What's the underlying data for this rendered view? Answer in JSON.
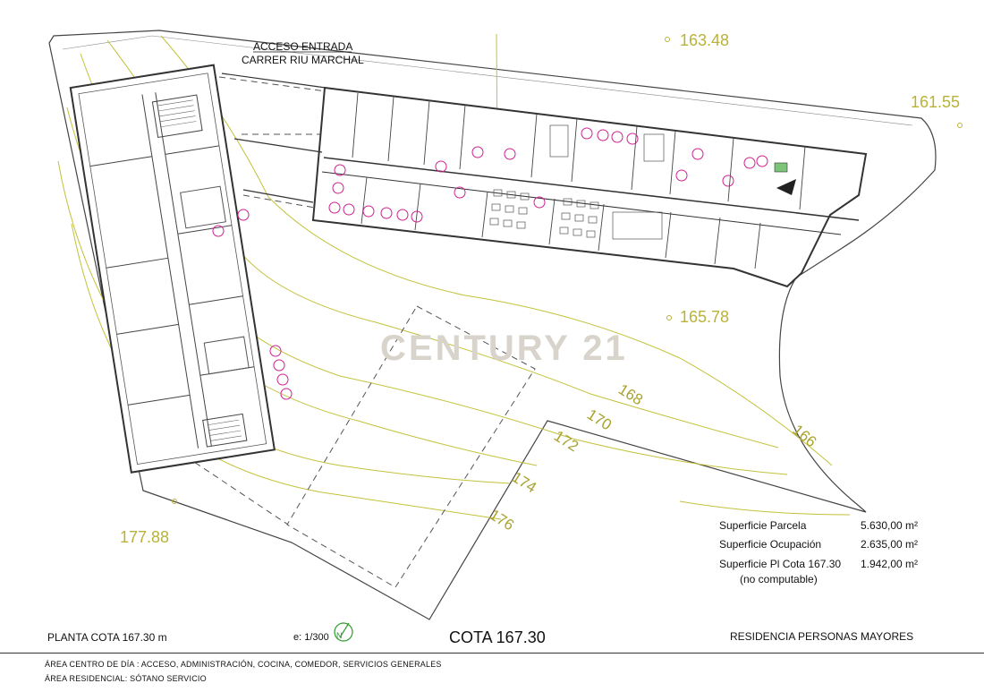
{
  "access": {
    "line1": "ACCESO ENTRADA",
    "line2": "CARRER RIU MARCHAL"
  },
  "elevations": [
    "163.48",
    "161.55",
    "165.78",
    "177.88"
  ],
  "contours": [
    "168",
    "170",
    "172",
    "174",
    "176",
    "166"
  ],
  "watermark": "CENTURY 21",
  "surfaces": [
    {
      "label": "Superficie Parcela",
      "value": "5.630,00 m²"
    },
    {
      "label": "Superficie Ocupación",
      "value": "2.635,00 m²"
    },
    {
      "label": "Superficie Pl Cota 167.30",
      "value": "1.942,00 m²"
    }
  ],
  "surface_note": "(no computable)",
  "footer": {
    "plan_label": "PLANTA COTA 167.30 m",
    "scale": "e: 1/300",
    "north_glyph": "N",
    "cota": "COTA 167.30",
    "project": "RESIDENCIA PERSONAS MAYORES"
  },
  "notes": [
    "ÁREA CENTRO DE DÍA : ACCESO, ADMINISTRACIÓN, COCINA, COMEDOR, SERVICIOS GENERALES",
    "ÁREA RESIDENCIAL: SÓTANO SERVICIO"
  ],
  "colors": {
    "contour": "#c2c23a",
    "wall": "#333333",
    "marker": "#d0218f",
    "dashed": "#555555"
  }
}
